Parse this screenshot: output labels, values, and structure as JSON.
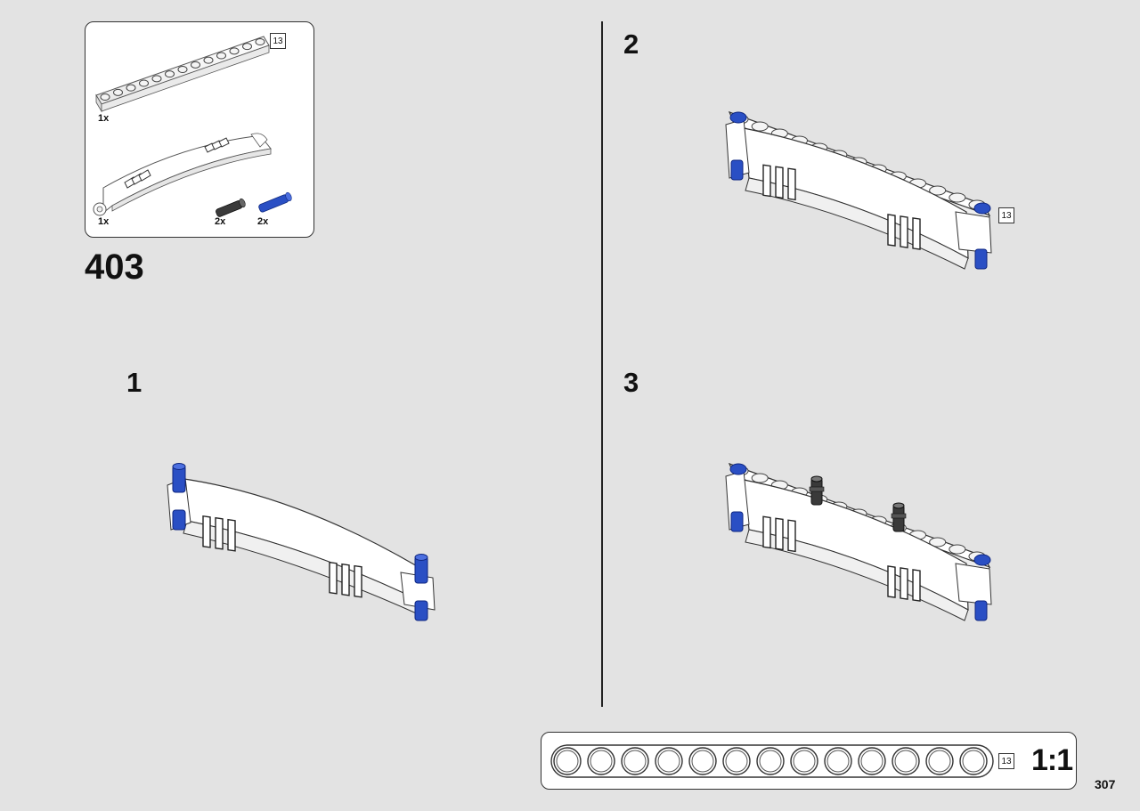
{
  "parts_list": {
    "items": [
      {
        "part": "technic-beam",
        "quantity": "1x",
        "length_badge": "13"
      },
      {
        "part": "curved-panel",
        "quantity": "1x"
      },
      {
        "part": "black-friction-pin",
        "quantity": "2x"
      },
      {
        "part": "blue-axle-pin",
        "quantity": "2x"
      }
    ]
  },
  "page_step": "403",
  "substeps": [
    {
      "number": "1"
    },
    {
      "number": "2",
      "length_badge": "13"
    },
    {
      "number": "3"
    }
  ],
  "ruler": {
    "length_badge": "13",
    "scale": "1:1",
    "holes": 13
  },
  "page_number": "307",
  "colors": {
    "background": "#e3e3e3",
    "part_white": "#ffffff",
    "pin_blue": "#2a4fc4",
    "pin_black": "#333333",
    "outline": "#222222"
  }
}
